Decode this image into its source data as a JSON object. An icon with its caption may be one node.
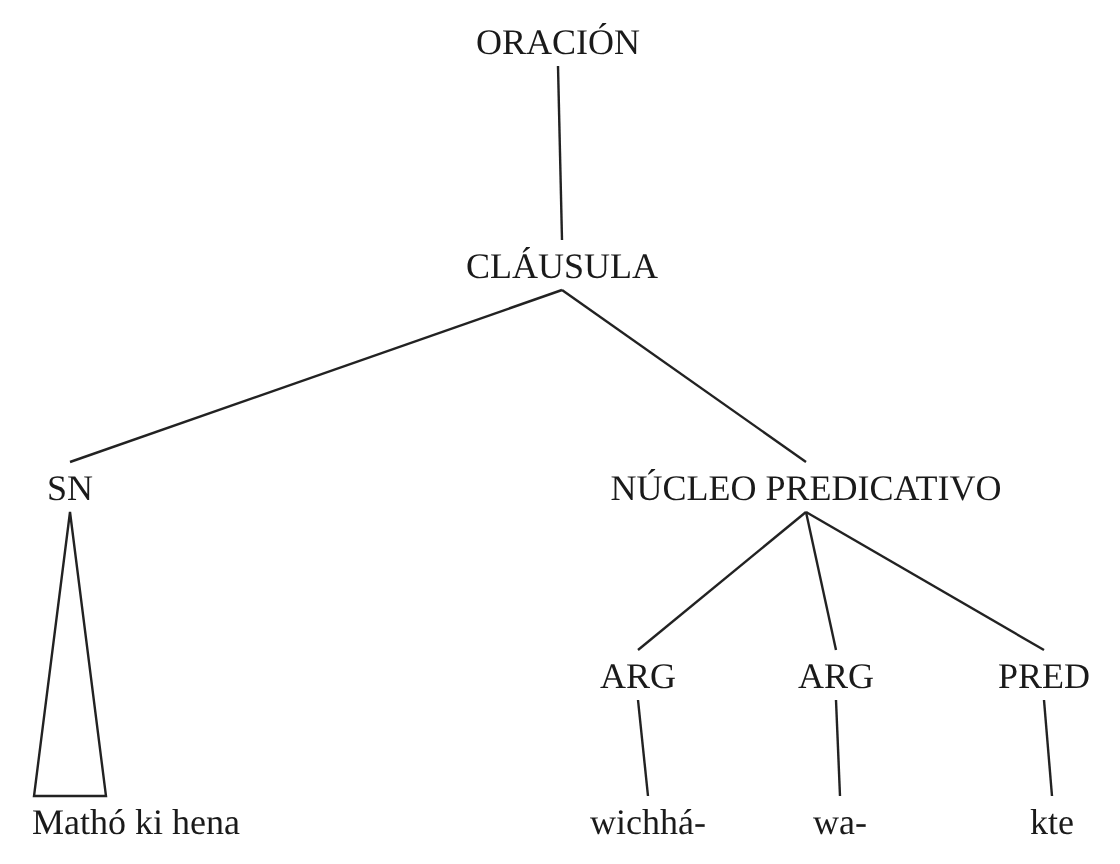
{
  "diagram": {
    "nodes": [
      {
        "text": [
          "ORACIÓN"
        ]
      },
      {
        "text": [
          "CLÁUSULA"
        ]
      },
      {
        "text": [
          "SN"
        ]
      },
      {
        "text": [
          "NÚCLEO PREDICATIVO"
        ]
      },
      {
        "text": [
          "ARG"
        ]
      },
      {
        "text": [
          "ARG"
        ]
      },
      {
        "text": [
          "PRED"
        ]
      },
      {
        "text": [
          "Mathó ki hena"
        ]
      },
      {
        "text": [
          "wichhá-"
        ]
      },
      {
        "text": [
          "wa-"
        ]
      },
      {
        "text": [
          "kte"
        ]
      }
    ],
    "edges": [
      {
        "from": 0,
        "to": 1,
        "arrow": "none"
      },
      {
        "from": 1,
        "to": 2,
        "arrow": "none"
      },
      {
        "from": 1,
        "to": 3,
        "arrow": "none"
      },
      {
        "from": 2,
        "to": 7,
        "arrow": "none"
      },
      {
        "from": 3,
        "to": 4,
        "arrow": "none"
      },
      {
        "from": 3,
        "to": 5,
        "arrow": "none"
      },
      {
        "from": 3,
        "to": 6,
        "arrow": "none"
      },
      {
        "from": 4,
        "to": 8,
        "arrow": "none"
      },
      {
        "from": 5,
        "to": 9,
        "arrow": "none"
      },
      {
        "from": 6,
        "to": 10,
        "arrow": "none"
      }
    ]
  }
}
